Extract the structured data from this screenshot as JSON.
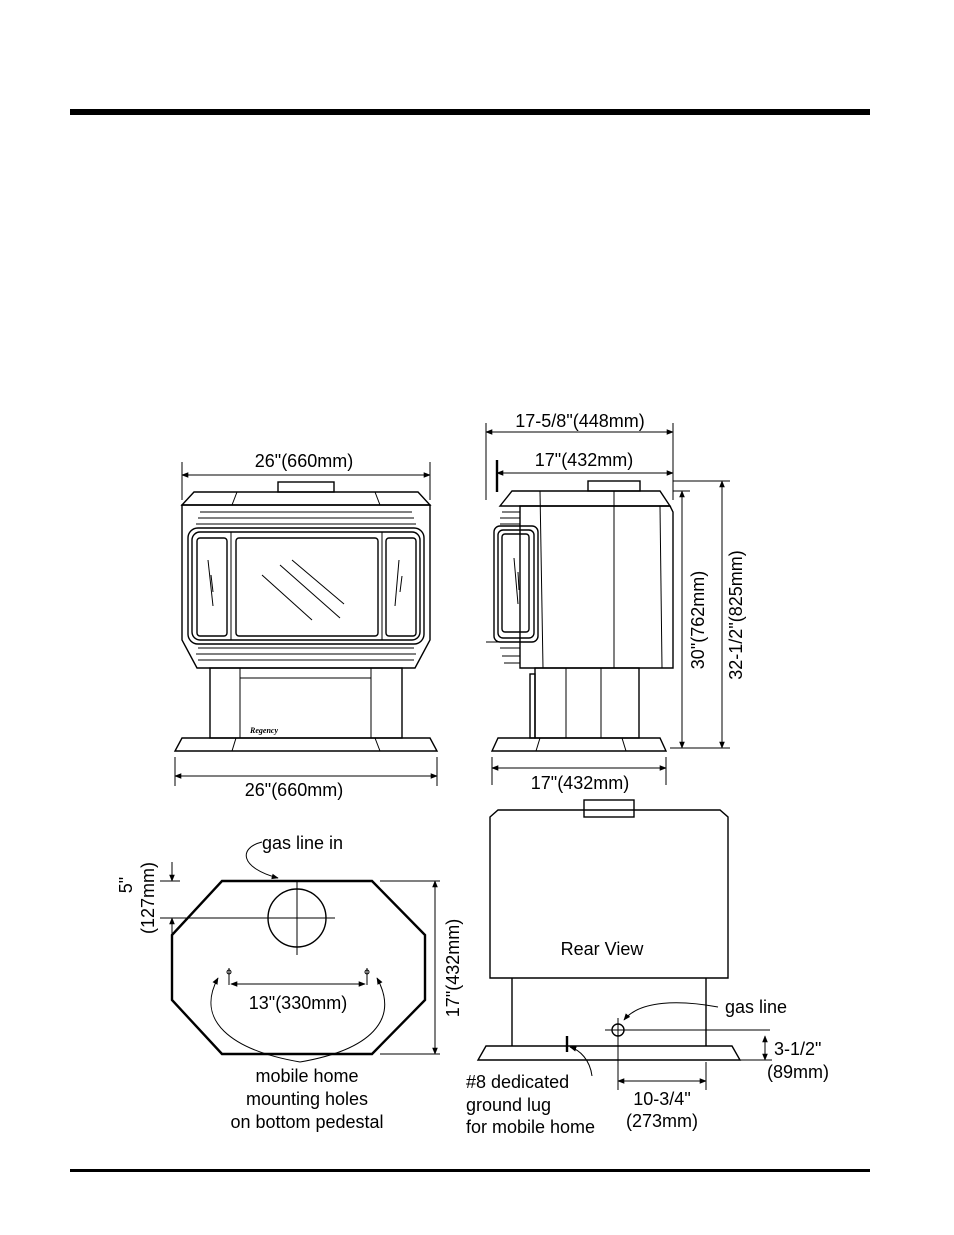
{
  "labels": {
    "front_top_width": "26\"(660mm)",
    "front_bottom_width": "26\"(660mm)",
    "side_overall_depth": "17-5/8\"(448mm)",
    "side_body_depth": "17\"(432mm)",
    "side_base_depth": "17\"(432mm)",
    "side_height_30": "30\"(762mm)",
    "side_height_32": "32-1/2\"(825mm)",
    "brand_logo": "Regency",
    "base_gas_line_in": "gas line in",
    "base_offset_5": "5\"",
    "base_offset_5_mm": "(127mm)",
    "base_depth_17": "17\"(432mm)",
    "base_hole_spacing": "13\"(330mm)",
    "mobile_home_1": "mobile home",
    "mobile_home_2": "mounting holes",
    "mobile_home_3": "on bottom pedestal",
    "rear_view": "Rear View",
    "rear_gas_line": "gas line",
    "rear_height_1": "3-1/2\"",
    "rear_height_2": "(89mm)",
    "ground_lug_1": "#8 dedicated",
    "ground_lug_2": "ground lug",
    "ground_lug_3": "for mobile home",
    "rear_offset_1": "10-3/4\"",
    "rear_offset_2": "(273mm)"
  }
}
